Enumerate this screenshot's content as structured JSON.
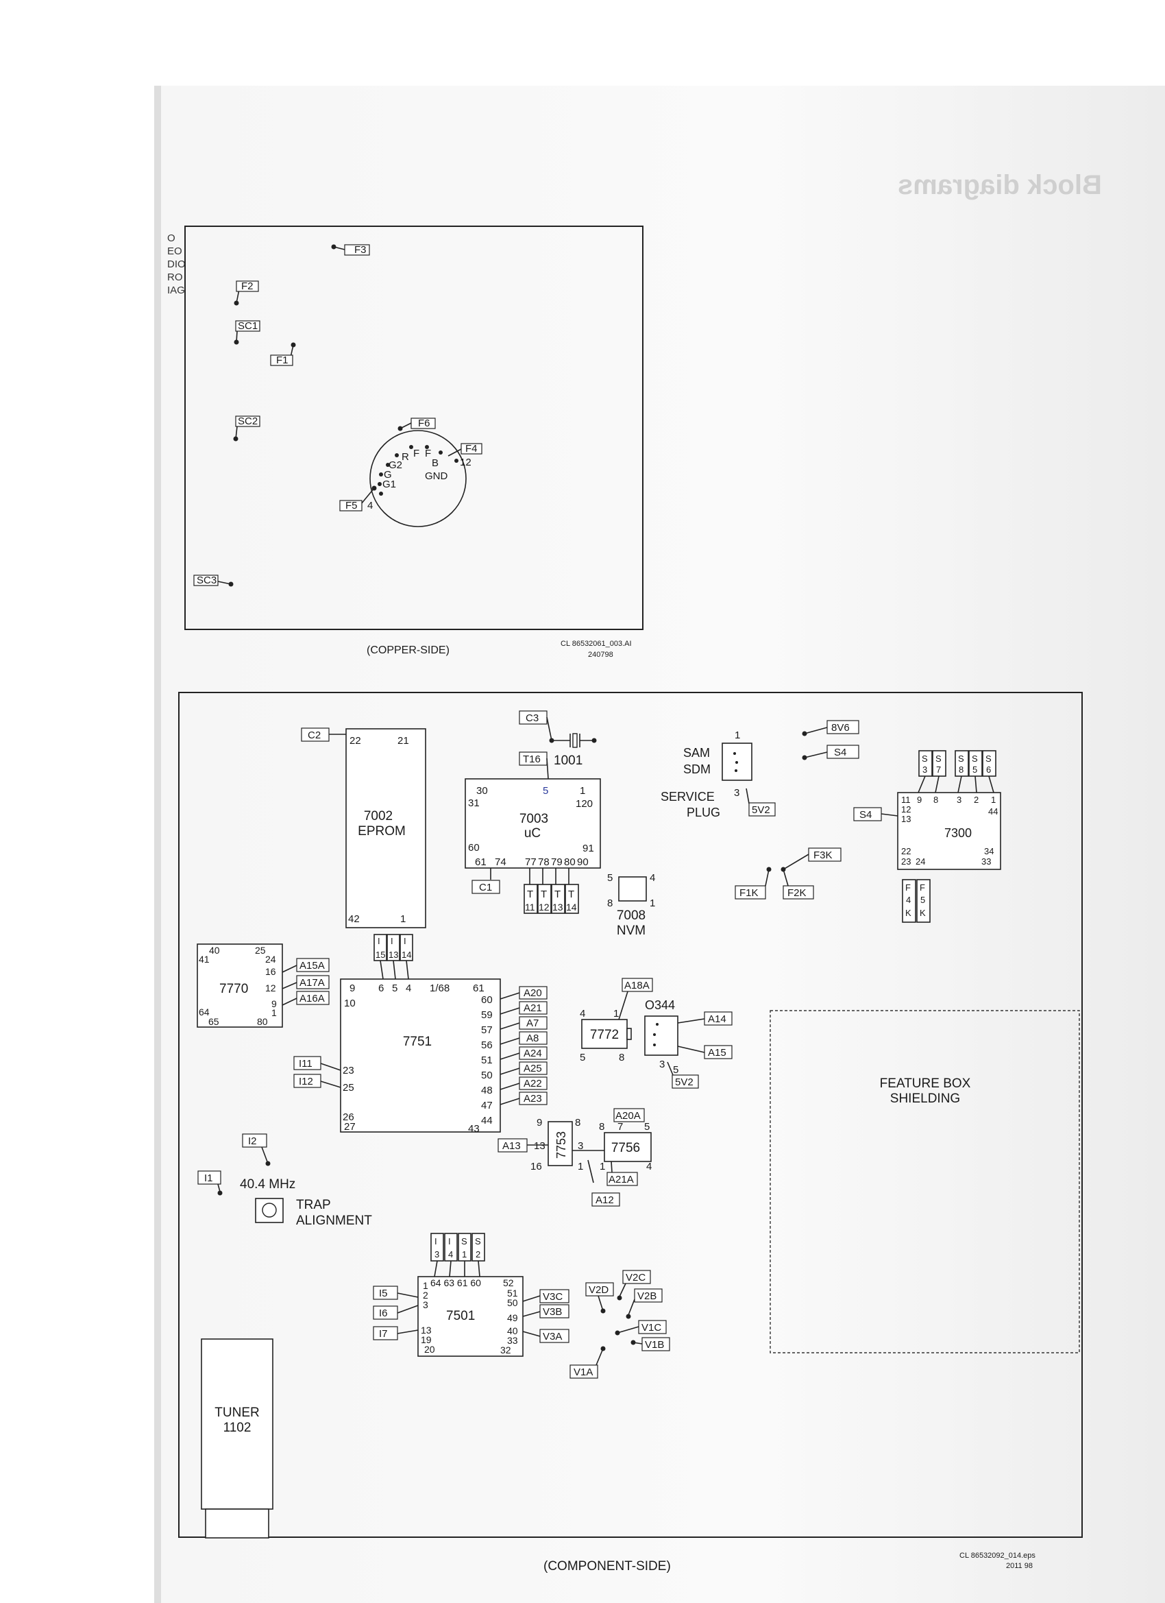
{
  "background": {
    "header_ghost": "Block diagrams",
    "left_margin_fragments": [
      "O",
      "EO",
      "DIO",
      "RO",
      "IAG"
    ]
  },
  "copper_side": {
    "caption": "(COPPER-SIDE)",
    "file_ref": "CL 86532061_003.AI",
    "file_date": "240798",
    "labels": {
      "f3": "F3",
      "f2": "F2",
      "sc1": "SC1",
      "f1": "F1",
      "sc2": "SC2",
      "f6": "F6",
      "f4": "F4",
      "f5": "F5",
      "sc3": "SC3"
    },
    "crt_socket": {
      "r": "R",
      "f1": "F",
      "f2": "F",
      "b": "B",
      "g2": "G2",
      "g": "G",
      "g1": "G1",
      "gnd": "GND",
      "pin12": "12",
      "pin4": "4"
    }
  },
  "component_side": {
    "caption": "(COMPONENT-SIDE)",
    "file_ref": "CL 86532092_014.eps",
    "file_date": "2011 98",
    "eprom": {
      "ref": "7002",
      "name": "EPROM",
      "label": "C2",
      "pins": {
        "p22": "22",
        "p21": "21",
        "p42": "42",
        "p1": "1"
      }
    },
    "crystal": {
      "label": "C3",
      "ref": "1001",
      "test": "T16"
    },
    "uc": {
      "ref": "7003",
      "name": "uC",
      "pins": {
        "p30": "30",
        "p5": "5",
        "p1": "1",
        "p31": "31",
        "p120": "120",
        "p60": "60",
        "p91": "91",
        "p61": "61",
        "p74": "74",
        "p77": "77",
        "p78": "78",
        "p79": "79",
        "p80": "80",
        "p90": "90"
      },
      "c1": "C1",
      "tests": [
        {
          "t": "T",
          "n": "11"
        },
        {
          "t": "T",
          "n": "12"
        },
        {
          "t": "T",
          "n": "13"
        },
        {
          "t": "T",
          "n": "14"
        }
      ]
    },
    "nvm": {
      "ref": "7008",
      "name": "NVM",
      "pins": {
        "p5": "5",
        "p4": "4",
        "p8": "8",
        "p1": "1"
      }
    },
    "service": {
      "sam": "SAM",
      "sdm": "SDM",
      "title1": "SERVICE",
      "title2": "PLUG",
      "pin1": "1",
      "pin3": "3",
      "v": "5V2"
    },
    "rails": {
      "v8": "8V6",
      "s4": "S4"
    },
    "f1k": "F1K",
    "f2k": "F2K",
    "f3k": "F3K",
    "ic7300": {
      "ref": "7300",
      "s_label": "S4",
      "tops": [
        {
          "a": "S",
          "b": "3"
        },
        {
          "a": "S",
          "b": "7"
        },
        {
          "a": "S",
          "b": "8"
        },
        {
          "a": "S",
          "b": "5"
        },
        {
          "a": "S",
          "b": "6"
        }
      ],
      "pins": {
        "p11": "11",
        "p9": "9",
        "p8": "8",
        "p3": "3",
        "p2": "2",
        "p1": "1",
        "p12": "12",
        "p13": "13",
        "p44": "44",
        "p22": "22",
        "p23": "23",
        "p24": "24",
        "p34": "34",
        "p33": "33"
      },
      "bottoms": [
        {
          "a": "F",
          "b": "4",
          "c": "K"
        },
        {
          "a": "F",
          "b": "5",
          "c": "K"
        }
      ]
    },
    "ic7770": {
      "ref": "7770",
      "pins": {
        "p40": "40",
        "p25": "25",
        "p41": "41",
        "p24": "24",
        "p16": "16",
        "p12": "12",
        "p9": "9",
        "p1": "1",
        "p64": "64",
        "p65": "65",
        "p80": "80"
      },
      "labels": [
        "A15A",
        "A17A",
        "A16A"
      ]
    },
    "ic7751": {
      "ref": "7751",
      "tops": [
        {
          "a": "I",
          "b": "15"
        },
        {
          "a": "I",
          "b": "13"
        },
        {
          "a": "I",
          "b": "14"
        }
      ],
      "pins": {
        "p9": "9",
        "p6": "6",
        "p5": "5",
        "p4": "4",
        "p168": "1/68",
        "p61": "61",
        "p10": "10",
        "p23": "23",
        "p25": "25",
        "p26": "26",
        "p27": "27",
        "p43": "43"
      },
      "right_pins": [
        "60",
        "59",
        "57",
        "56",
        "51",
        "50",
        "48",
        "47",
        "44"
      ],
      "right_labels": [
        "A20",
        "A21",
        "A7",
        "A8",
        "A24",
        "A25",
        "A22",
        "A23"
      ],
      "left_labels": [
        "I11",
        "I12"
      ]
    },
    "ic7772": {
      "ref": "7772",
      "label": "A18A",
      "pins": {
        "p4": "4",
        "p1": "1",
        "p5": "5",
        "p8": "8"
      }
    },
    "o344": {
      "ref": "O344",
      "labels": [
        "A14",
        "A15"
      ],
      "pin3": "3",
      "pin5": "5",
      "v": "5V2"
    },
    "ic7753": {
      "ref": "7753",
      "pins": {
        "p9": "9",
        "p8": "8",
        "p13": "13",
        "p16": "16",
        "p3": "3",
        "p1": "1"
      },
      "label": "A13"
    },
    "ic7756": {
      "ref": "7756",
      "pins": {
        "p8": "8",
        "p7": "7",
        "p5": "5",
        "p1": "1",
        "p4": "4"
      },
      "labels": [
        "A20A",
        "A21A",
        "A12"
      ]
    },
    "trap": {
      "i2": "I2",
      "i1": "I1",
      "freq": "40.4 MHz",
      "line1": "TRAP",
      "line2": "ALIGNMENT"
    },
    "ic7501": {
      "ref": "7501",
      "tops": [
        {
          "a": "I",
          "b": "3"
        },
        {
          "a": "I",
          "b": "4"
        },
        {
          "a": "S",
          "b": "1"
        },
        {
          "a": "S",
          "b": "2"
        }
      ],
      "pins": {
        "p1": "1",
        "top": "64 63 61 60",
        "p52": "52",
        "p51": "51",
        "p50": "50",
        "p49": "49",
        "p40": "40",
        "p33": "33",
        "p32": "32",
        "p2": "2",
        "p3": "3",
        "p13": "13",
        "p19": "19",
        "p20": "20"
      },
      "left_labels": [
        "I5",
        "I6",
        "I7"
      ],
      "right_labels": [
        "V3C",
        "V3B",
        "V3A"
      ],
      "extra_labels": [
        "V2D",
        "V2C",
        "V2B",
        "V1C",
        "V1B",
        "V1A"
      ]
    },
    "tuner": {
      "name": "TUNER",
      "ref": "1102"
    },
    "shield": {
      "line1": "FEATURE BOX",
      "line2": "SHIELDING"
    }
  }
}
